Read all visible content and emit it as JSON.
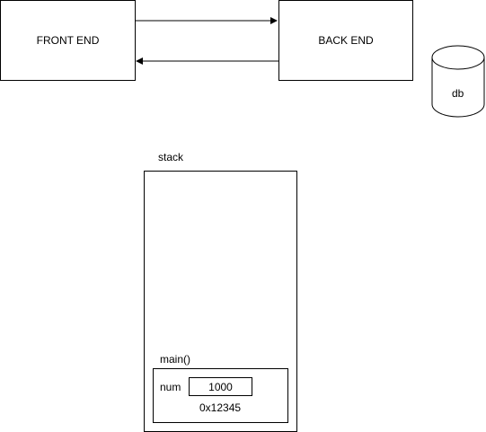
{
  "architecture": {
    "frontend_label": "FRONT END",
    "backend_label": "BACK END",
    "database_label": "db"
  },
  "stack": {
    "title": "stack",
    "frame": {
      "title": "main()",
      "variable": {
        "name": "num",
        "value": "1000",
        "address": "0x12345"
      }
    }
  },
  "colors": {
    "stroke": "#000000",
    "fill": "#ffffff"
  }
}
